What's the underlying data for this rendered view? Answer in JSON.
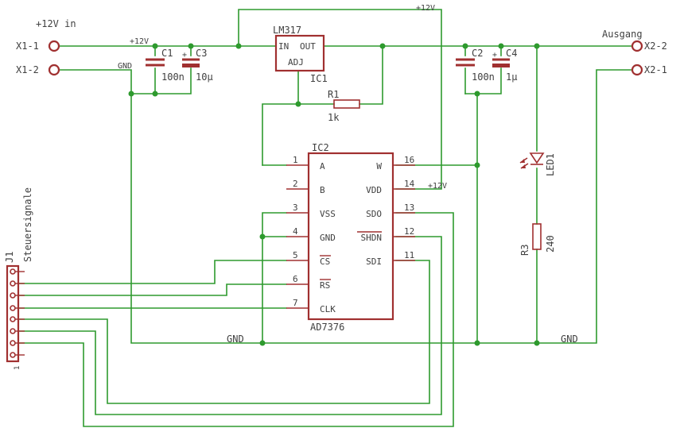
{
  "terminals": {
    "x1_1": "X1-1",
    "x1_2": "X1-2",
    "x2_2": "X2-2",
    "x2_1": "X2-1",
    "input_label": "+12V in",
    "output_label": "Ausgang"
  },
  "nets": {
    "v12": "+12V",
    "gnd": "GND"
  },
  "capacitors": [
    {
      "ref": "C1",
      "value": "100n"
    },
    {
      "ref": "C3",
      "value": "10µ"
    },
    {
      "ref": "C2",
      "value": "100n"
    },
    {
      "ref": "C4",
      "value": "1µ"
    }
  ],
  "regulator": {
    "part": "LM317",
    "ref": "IC1",
    "pin_in": "IN",
    "pin_out": "OUT",
    "pin_adj": "ADJ"
  },
  "r1": {
    "ref": "R1",
    "value": "1k"
  },
  "r3": {
    "ref": "R3",
    "value": "240"
  },
  "led": {
    "ref": "LED1"
  },
  "pot": {
    "ref": "IC2",
    "part": "AD7376",
    "left_pins": [
      {
        "num": "1",
        "name": "A"
      },
      {
        "num": "2",
        "name": "B"
      },
      {
        "num": "3",
        "name": "VSS"
      },
      {
        "num": "4",
        "name": "GND"
      },
      {
        "num": "5",
        "name": "CS"
      },
      {
        "num": "6",
        "name": "RS"
      },
      {
        "num": "7",
        "name": "CLK"
      }
    ],
    "right_pins": [
      {
        "num": "16",
        "name": "W"
      },
      {
        "num": "14",
        "name": "VDD"
      },
      {
        "num": "13",
        "name": "SDO"
      },
      {
        "num": "12",
        "name": "SHDN"
      },
      {
        "num": "11",
        "name": "SDI"
      }
    ]
  },
  "connector": {
    "ref": "J1",
    "label": "Steuersignale",
    "pin1": "1"
  }
}
